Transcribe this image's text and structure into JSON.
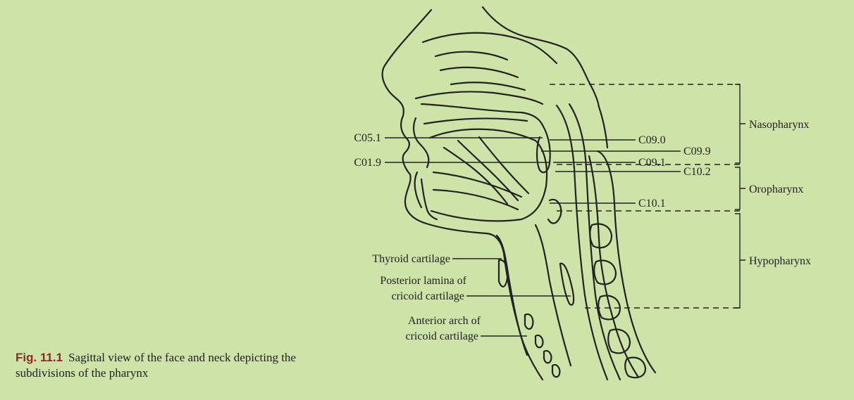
{
  "figure": {
    "caption": {
      "label": "Fig. 11.1",
      "text": "Sagittal view of the face and neck depicting the subdivisions of the pharynx"
    },
    "labels": {
      "c051": "C05.1",
      "c019": "C01.9",
      "c090": "C09.0",
      "c099": "C09.9",
      "c091": "C09.1",
      "c102": "C10.2",
      "c101": "C10.1",
      "thyroid_cartilage": "Thyroid cartilage",
      "posterior_lamina_line1": "Posterior lamina of",
      "posterior_lamina_line2": "cricoid cartilage",
      "anterior_arch_line1": "Anterior arch of",
      "anterior_arch_line2": "cricoid cartilage"
    },
    "regions": {
      "nasopharynx": "Nasopharynx",
      "oropharynx": "Oropharynx",
      "hypopharynx": "Hypopharynx"
    },
    "colors": {
      "background": "#cde3a8",
      "line": "#222222",
      "caption_label": "#8b2a2a"
    }
  }
}
